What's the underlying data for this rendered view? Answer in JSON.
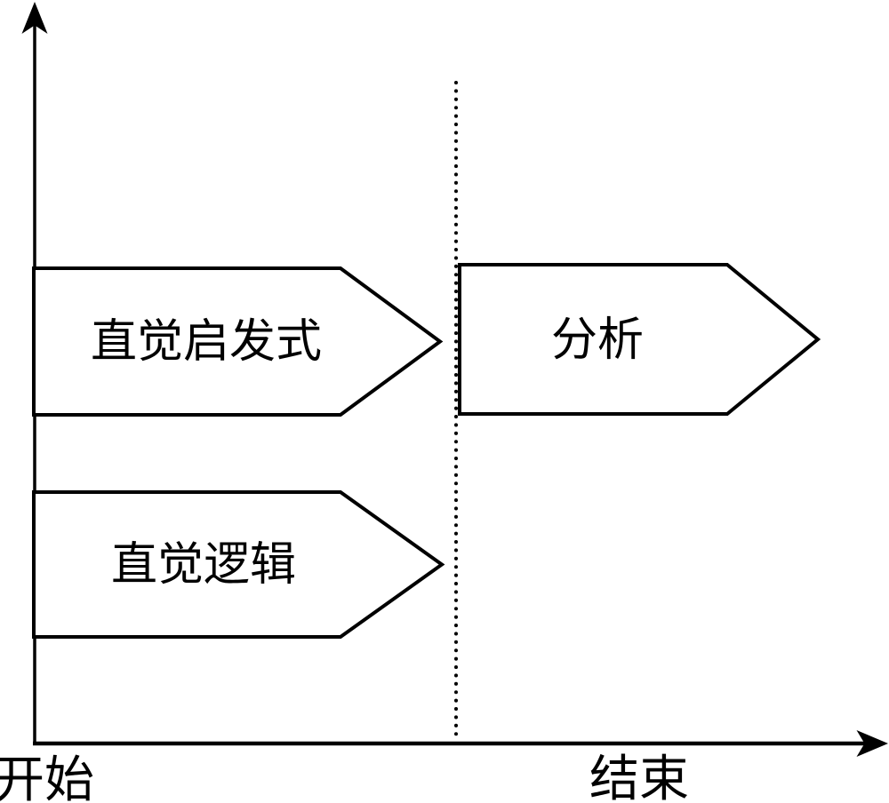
{
  "diagram": {
    "title_semantic": "dual-process decision timeline diagram",
    "background_color": "#ffffff",
    "stroke_color": "#000000",
    "stages": [
      {
        "id": "intuitive-heuristic",
        "label": "直觉启发式",
        "phase": "before-divider"
      },
      {
        "id": "analysis",
        "label": "分析",
        "phase": "after-divider"
      },
      {
        "id": "intuitive-logic",
        "label": "直觉逻辑",
        "phase": "before-divider"
      }
    ],
    "axis": {
      "start_label": "开始",
      "end_label": "结束"
    }
  }
}
